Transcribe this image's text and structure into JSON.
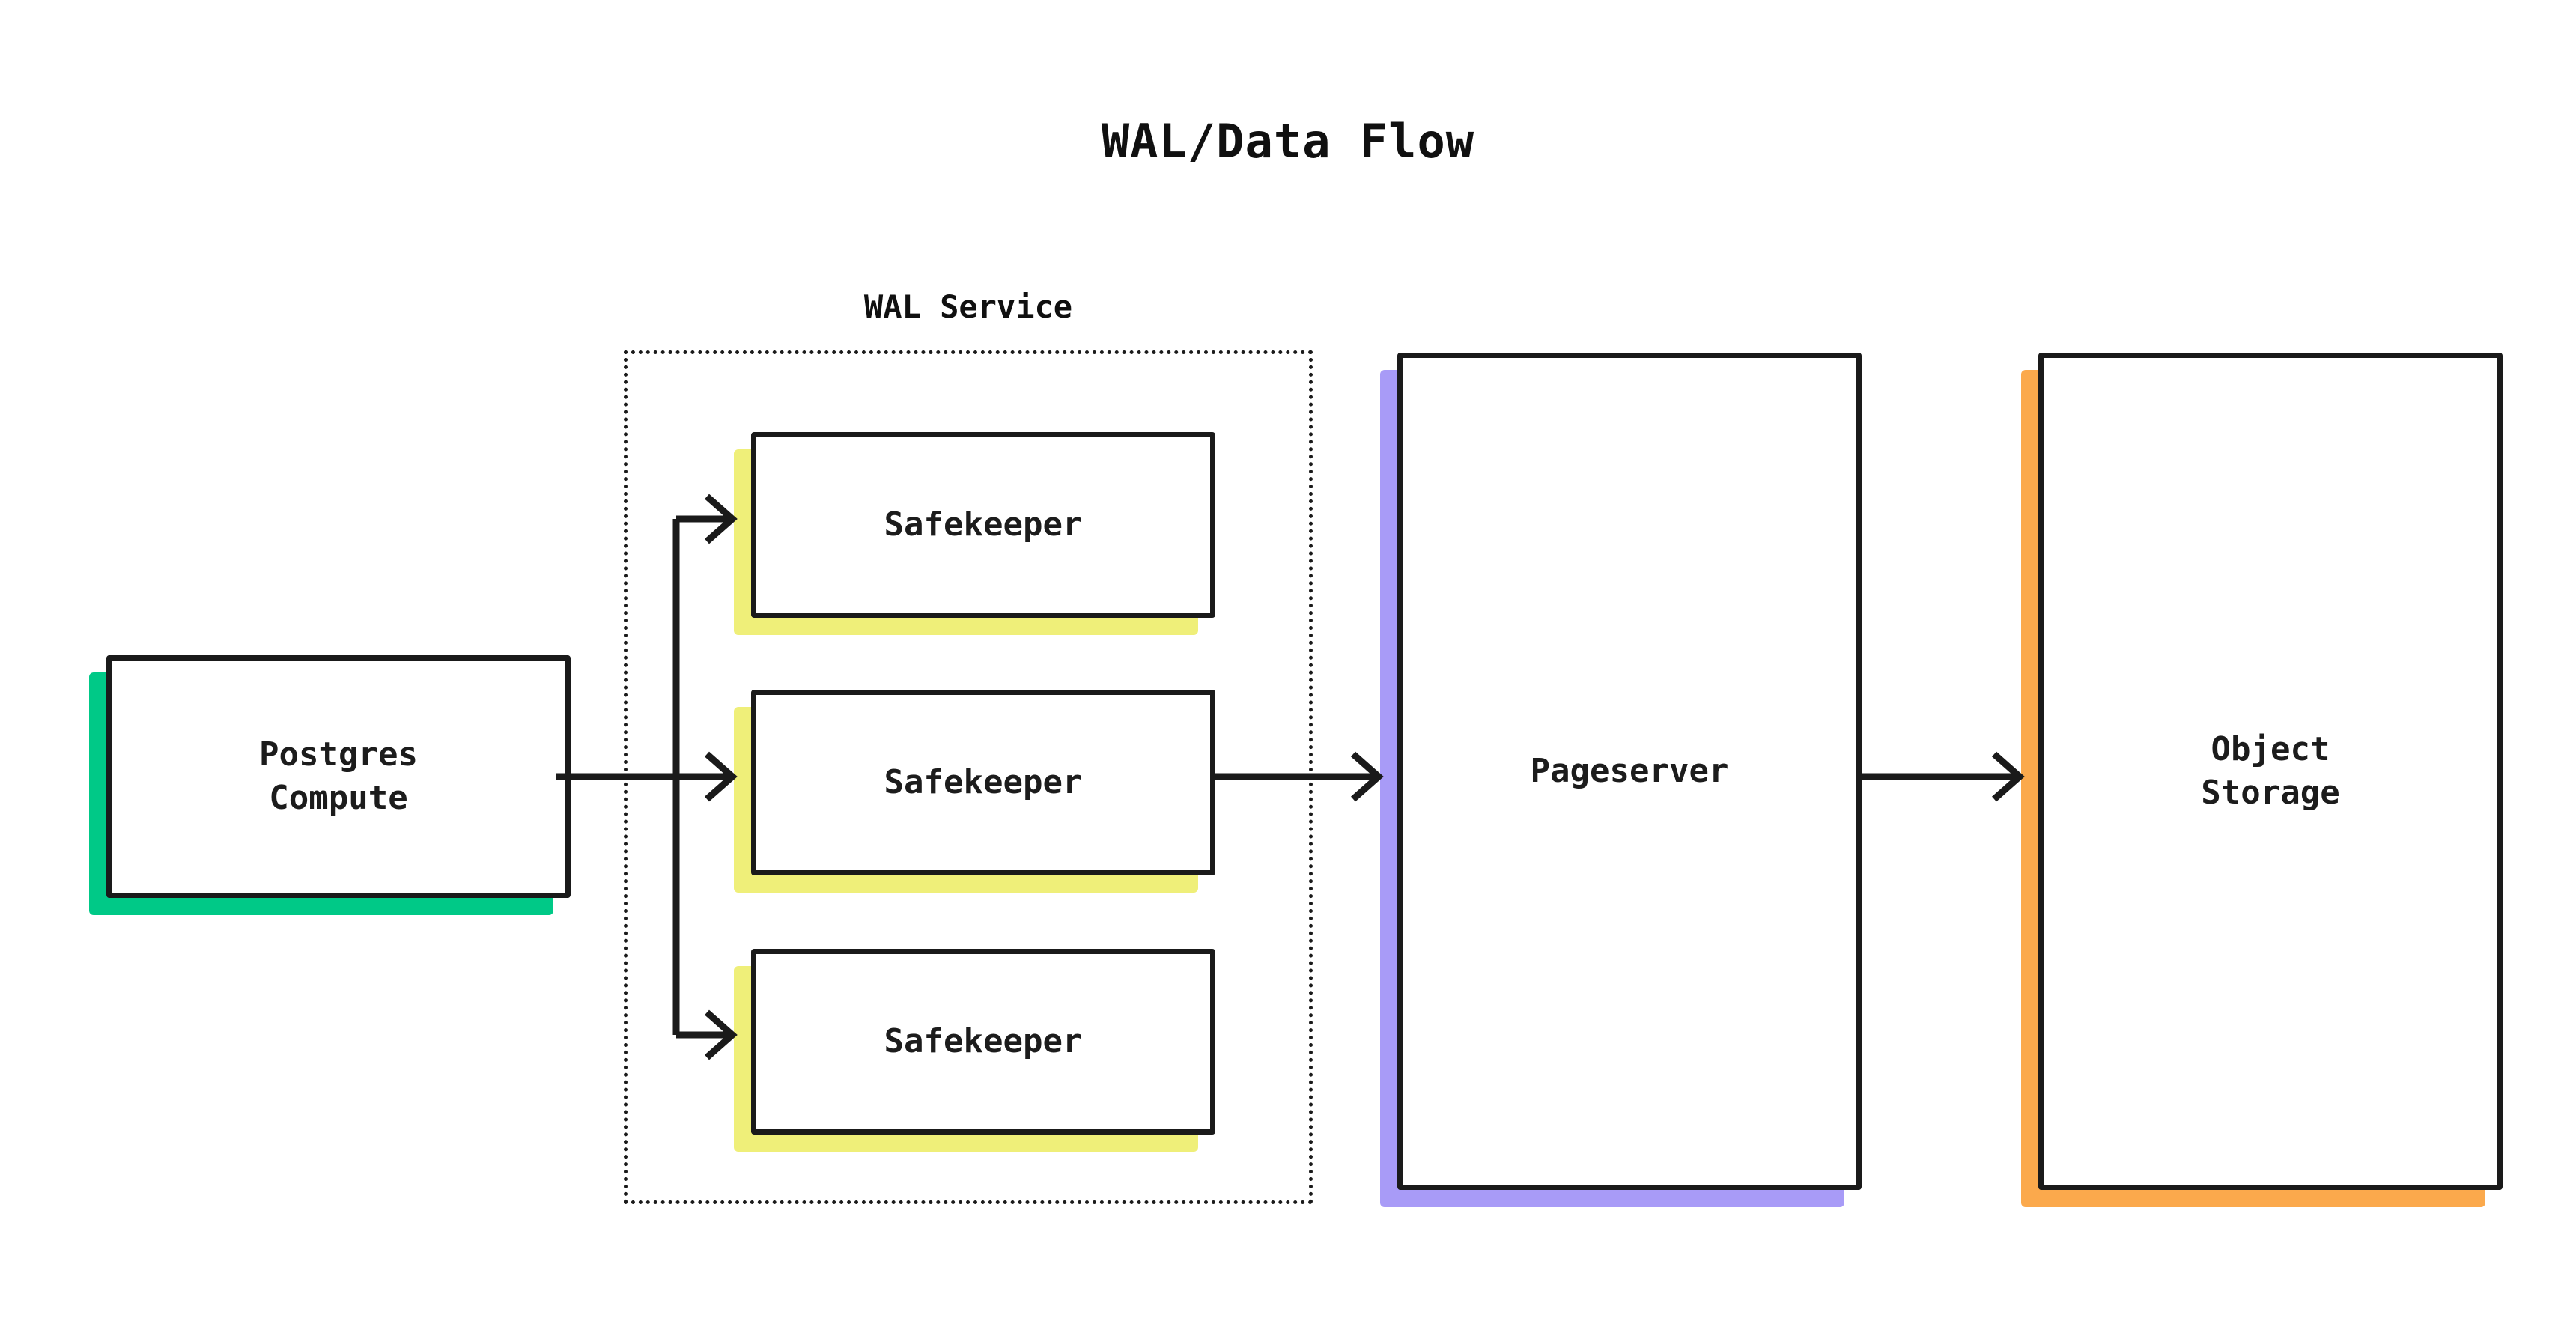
{
  "diagram": {
    "title": "WAL/Data Flow",
    "type": "flow-diagram",
    "background": "#ffffff",
    "stroke_color": "#1a1a1a",
    "groups": [
      {
        "id": "wal-service",
        "label": "WAL Service",
        "border_style": "dotted",
        "contains": [
          "safekeeper-1",
          "safekeeper-2",
          "safekeeper-3"
        ]
      }
    ],
    "nodes": [
      {
        "id": "postgres-compute",
        "label": "Postgres\nCompute",
        "accent_color": "#00C987"
      },
      {
        "id": "safekeeper-1",
        "label": "Safekeeper",
        "accent_color": "#EFEF79"
      },
      {
        "id": "safekeeper-2",
        "label": "Safekeeper",
        "accent_color": "#EFEF79"
      },
      {
        "id": "safekeeper-3",
        "label": "Safekeeper",
        "accent_color": "#EFEF79"
      },
      {
        "id": "pageserver",
        "label": "Pageserver",
        "accent_color": "#A89BF7"
      },
      {
        "id": "object-storage",
        "label": "Object\nStorage",
        "accent_color": "#FBA94C"
      }
    ],
    "edges": [
      {
        "from": "postgres-compute",
        "to": "safekeeper-1",
        "arrow": true
      },
      {
        "from": "postgres-compute",
        "to": "safekeeper-2",
        "arrow": true
      },
      {
        "from": "postgres-compute",
        "to": "safekeeper-3",
        "arrow": true
      },
      {
        "from": "safekeeper-2",
        "to": "pageserver",
        "arrow": true
      },
      {
        "from": "pageserver",
        "to": "object-storage",
        "arrow": true
      }
    ]
  }
}
